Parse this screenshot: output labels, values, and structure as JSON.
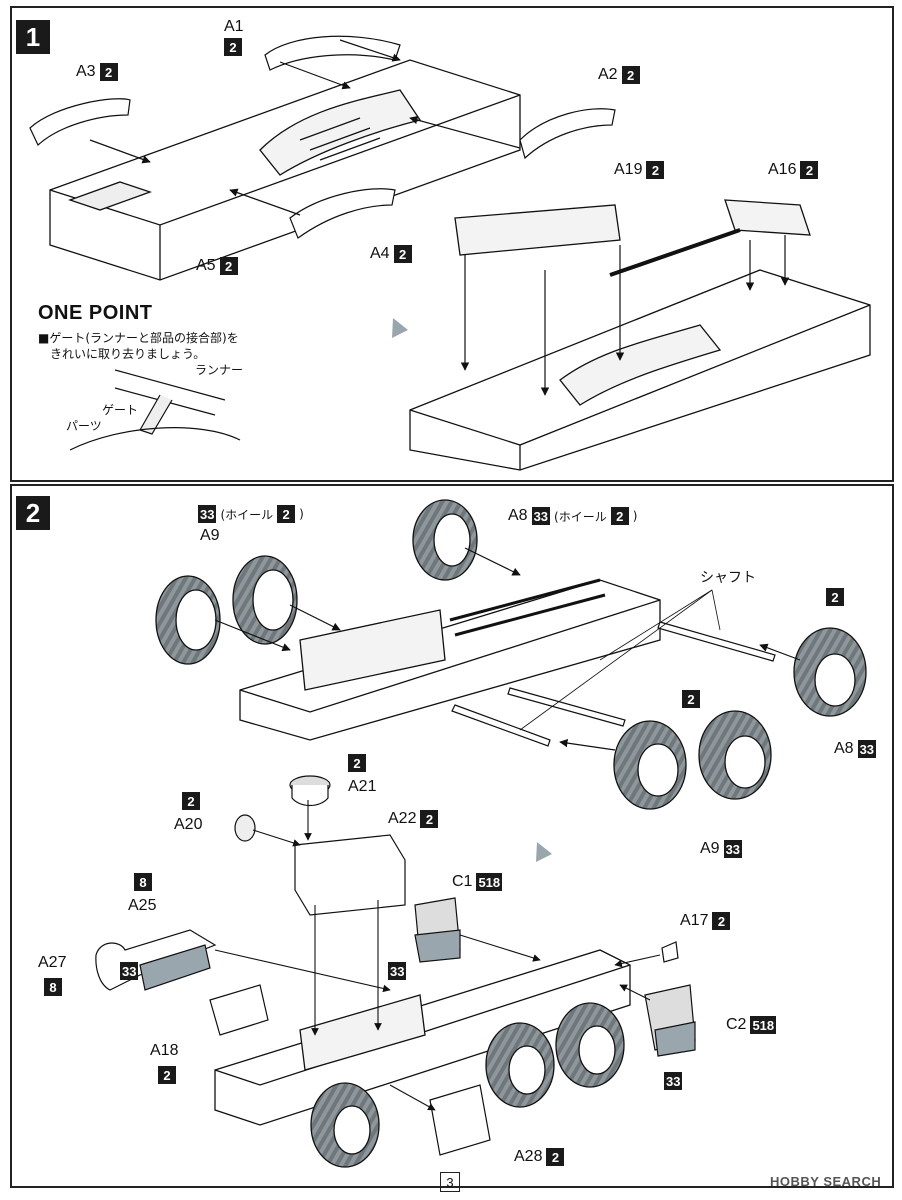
{
  "step1": {
    "number": "1",
    "labels": {
      "a1": {
        "part": "A1",
        "qty": "2"
      },
      "a2": {
        "part": "A2",
        "qty": "2"
      },
      "a3": {
        "part": "A3",
        "qty": "2"
      },
      "a4": {
        "part": "A4",
        "qty": "2"
      },
      "a5": {
        "part": "A5",
        "qty": "2"
      },
      "a16": {
        "part": "A16",
        "qty": "2"
      },
      "a19": {
        "part": "A19",
        "qty": "2"
      }
    },
    "onepoint": {
      "title": "ONE POINT",
      "line1": "■ゲート(ランナーと部品の接合部)を",
      "line2": "きれいに取り去りましょう。",
      "runner": "ランナー",
      "gate": "ゲート",
      "parts": "パーツ"
    }
  },
  "step2": {
    "number": "2",
    "wheel_note_left": {
      "color": "33",
      "text_open": "(ホイール",
      "qty": "2",
      "text_close": ")"
    },
    "a9_top": {
      "part": "A9"
    },
    "a8_top": {
      "part": "A8",
      "color": "33",
      "text_open": "(ホイール",
      "qty": "2",
      "text_close": ")"
    },
    "shaft": "シャフト",
    "right_qty": "2",
    "a8_right": {
      "part": "A8",
      "color": "33"
    },
    "mid_qty": "2",
    "a9_bottom": {
      "part": "A9",
      "color": "33"
    },
    "a21": {
      "part": "A21",
      "qty": "2"
    },
    "a20": {
      "part": "A20",
      "qty": "2"
    },
    "a22": {
      "part": "A22",
      "qty": "2"
    },
    "a25": {
      "part": "A25",
      "qty": "8"
    },
    "a27": {
      "part": "A27",
      "qty": "8"
    },
    "muffler_color": "33",
    "c1": {
      "part": "C1",
      "color": "518",
      "face_color": "33"
    },
    "c2": {
      "part": "C2",
      "color": "518",
      "face_color": "33"
    },
    "a17": {
      "part": "A17",
      "qty": "2"
    },
    "a18": {
      "part": "A18",
      "qty": "2"
    },
    "a28": {
      "part": "A28",
      "qty": "2"
    }
  },
  "page_number": "3",
  "watermark": "HOBBY SEARCH",
  "colors": {
    "ink": "#1a1a1a",
    "paper": "#ffffff",
    "tint": "#9aa6ad"
  }
}
